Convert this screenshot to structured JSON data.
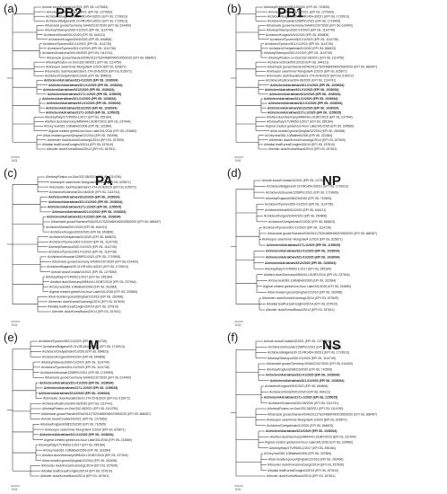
{
  "figure": {
    "panels": [
      {
        "letter": "(a)",
        "gene": "PB2",
        "scale_label": "0.01",
        "leaves": [
          "A/mute swan/Croatia/14/2021 (EPI ISL 1279262)",
          "A/mute swan/Croatia/14/2021 (EPI ISL 1279262)",
          "A/chicken/Bulgaria/39 21VIR1454-3/2021 (EPI ISL 1719913)",
          "A/chicken/Bulgaria/39 21VIR1454-3/2021 (EPI ISL 1719913)",
          "A/barnacle goose/Germany-SH/AI02167/2020 (EPI ISL 614400)",
          "A/turkey/Stavropol/320-01/2020 (EPI ISL 1114749)",
          "A/chicken/Omsk/0001/2020 (EPI ISL 644121)",
          "A/chicken/Kurgan/1004/2020 (EPI ISL 654806)",
          "A/chicken/Tyumen/302-01/2020 (EPI ISL 1114735)",
          "A/chicken/Tyumen/301-01/2020 (EPI ISL 1114736)",
          "A/chicken/Kostroma/304-06/2020 (EPI ISL 1114741)",
          "A/barnacle goose/Sweden/SVA201117SZ0468/KN000355/2020 (EPI ISL 668457)",
          "A/turkey/Rostov-on-Don/332-08/2021 (EPI ISL 1114750)",
          "A/whooper swan/Inner Mongolia/4-1/2020 (EPI ISL 625871)",
          "A/domestic duck/Kazakhstan/1-274-20-B/2020 (EPI ISL 615072)",
          "A/chicken/Chelyabinsk/01/2020 (EPI ISL 654823)",
          "A/chicken/Astrakhan/321-01/2020 (EPI ISL 1038034)",
          "A/chicken/Astrakhan/321-01/2020 (EPI ISL 1038034)",
          "A/chicken/Astrakhan/3212/2020 (EPI ISL 1038024)",
          "A/chicken/Astrakhan/2171-1/2020 (EPI ISL 1155025)",
          "A/chicken/Astrakhan/321-01/2020 (EPI ISL 1038034)",
          "A/chicken/Astrakhan/321-01/2020 (EPI ISL 1038034)",
          "A/chicken/Astrakhan/3212/2020 (EPI ISL 1038024)",
          "A/chicken/Astrakhan/2171-1/2020 (EPI ISL 1155025)",
          "A/turkey/Italy/17VIR653-1/2017 (EPI ISL 255184)",
          "A/tufted duck/Germany/AR8444-L01987/2016 (EPI ISL 237944)",
          "A/Grey teal/361-10/Batbeti/2006 (EPI ISL 322384)",
          "A/great crested grebe/Uvs-Nuur Lake/341/2016 (EPI ISL 224580)",
          "A/bar-headed goose/Qinghai/12/2016 (EPI ISL 262496)",
          "A/breeder duck/Korea/Gochang1/2014 (EPI ISL 157609)",
          "A/baikal teal/Korea/Donglim3/2014 (EPI ISL 157610)",
          "A/broiler duck/Korea/Buan2/2014 (EPI ISL 157611)"
        ]
      },
      {
        "letter": "(b)",
        "gene": "PB1",
        "scale_label": "0.01",
        "leaves": [
          "A/turkey/England/038115/2020 (EPI ISL 710505)",
          "A/mute swan/Croatia/14/2021 (EPI ISL 1279262)",
          "A/chicken/Bulgaria/39 21VIR1454-3/2021 (EPI ISL 1719913)",
          "A/chicken/Lithuania/1258P01/2021 (EPI ISL 1719905)",
          "A/barnacle goose/Germany-SH/AI02167/2020 (EPI ISL 614400)",
          "A/turkey/Stavropol/320-01/2020 (EPI ISL 1114749)",
          "A/chicken/Kurgan/1004/2020 (EPI ISL 654806)",
          "A/chicken/Tyumen/302-01/2020 (EPI ISL 1114735)",
          "A/chicken/Tyumen/301-01/2020 (EPI ISL 1114736)",
          "A/chicken/Chelyabinsk/01/2020 (EPI ISL 654823)",
          "A/turkey/Stavropol/320-01/2020 (EPI ISL 1114749)",
          "A/turkey/Rostov-on-Don/332-08/2021 (EPI ISL 1114750)",
          "A/chicken/Omsk/0001/2020 (EPI ISL 644121)",
          "A/barnacle goose/Sweden/SVA201117SZ0468/KN000355/2020 (EPI ISL 668457)",
          "A/whooper swan/Inner Mongolia/4-1/2020 (EPI ISL 625871)",
          "A/domestic duck/Kazakhstan/1-274-20-B/2020 (EPI ISL 615072)",
          "A/chicken/Kostroma/304-06/2020 (EPI ISL 1114741)",
          "A/chicken/Astrakhan/321-01/2020 (EPI ISL 1038034)",
          "A/chicken/Astrakhan/321-01/2020 (EPI ISL 1038034)",
          "A/chicken/Astrakhan/3212/2020 (EPI ISL 1038024)",
          "A/chicken/Astrakhan/321-01/2020 (EPI ISL 1038034)",
          "A/chicken/Astrakhan/321-01/2020 (EPI ISL 1038034)",
          "A/chicken/Astrakhan/3212/2020 (EPI ISL 1038024)",
          "A/chicken/Astrakhan/2171-1/2020 (EPI ISL 1155025)",
          "A/tufted duck/Germany/AR8444-L01987/2016 (EPI ISL 237944)",
          "A/turkey/Italy/17VIR653-1/2017 (EPI ISL 255184)",
          "A/great crested grebe/Uvs-Nuur Lake/341/2016 (EPI ISL 224580)",
          "A/bar-headed goose/Qinghai/12/2016 (EPI ISL 262496)",
          "A/Grey teal/361-10/Batbeti/2006 (EPI ISL 322384)",
          "A/breeder duck/Korea/Gochang1/2014 (EPI ISL 157609)",
          "A/baikal teal/Korea/Donglim3/2014 (EPI ISL 157610)",
          "A/broiler duck/Korea/Buan2/2014 (EPI ISL 157611)"
        ]
      },
      {
        "letter": "(c)",
        "gene": "PA",
        "scale_label": "0.01",
        "leaves": [
          "A/turkey/Rostov-on-Don/332-08/2021 (EPI ISL 1114750)",
          "A/whooper swan/Inner Mongolia/4-1/2020 (EPI ISL 625871)",
          "A/domestic duck/Kazakhstan/1-274-20-B/2020 (EPI ISL 615072)",
          "A/chicken/Kostroma/304-06/2020 (EPI ISL 1114741)",
          "A/chicken/Astrakhan/3212/2020 (EPI ISL 1038024)",
          "A/chicken/Astrakhan/321-01/2020 (EPI ISL 1038034)",
          "A/chicken/Astrakhan/2171-1/2020 (EPI ISL 1155025)",
          "A/chicken/Astrakhan/321-01/2020 (EPI ISL 1038034)",
          "A/chicken/Astrakhan/321-01/2020 (EPI ISL 1038034)",
          "A/barnacle goose/Sweden/SVA201117SZ0468/KN000355/2020 (EPI ISL 668457)",
          "A/chicken/Omsk/0001/2020 (EPI ISL 644121)",
          "A/chicken/Kurgan/1004/2020 (EPI ISL 654806)",
          "A/chicken/Chelyabinsk/01/2020 (EPI ISL 654823)",
          "A/chicken/Tyumen/302-01/2020 (EPI ISL 1114735)",
          "A/turkey/Stavropol/320-01/2020 (EPI ISL 1114749)",
          "A/chicken/Tyumen/301-01/2020 (EPI ISL 1114736)",
          "A/chicken/Lithuania/1258P01/2021 (EPI ISL 1719905)",
          "A/barnacle goose/Germany-SH/AI02167/2020 (EPI ISL 614400)",
          "A/chicken/Bulgaria/39 21VIR1454-3/2021 (EPI ISL 1719913)",
          "A/mute swan/Croatia/14/2021 (EPI ISL 1279262)",
          "A/turkey/Italy/17VIR653-1/2017 (EPI ISL 255184)",
          "A/tufted duck/Germany/AR8444-L01987/2016 (EPI ISL 237944)",
          "A/Grey teal/361-10/Batbeti/2006 (EPI ISL 322384)",
          "A/great crested grebe/Uvs-Nuur Lake/341/2016 (EPI ISL 224580)",
          "A/bar-headed goose/Qinghai/12/2016 (EPI ISL 262496)",
          "A/breeder duck/Korea/Gochang1/2014 (EPI ISL 157609)",
          "A/baikal teal/Korea/Donglim3/2014 (EPI ISL 157610)",
          "A/broiler duck/Korea/Buan2/2014 (EPI ISL 157611)"
        ]
      },
      {
        "letter": "(d)",
        "gene": "NP",
        "scale_label": "0.01",
        "leaves": [
          "A/mute swan/Croatia/14/2021 (EPI ISL 1279262)",
          "A/chicken/Bulgaria/39 21VIR1454-3/2021 (EPI ISL 1719913)",
          "A/chicken/Lithuania/1258P01/2021 (EPI ISL 1719905)",
          "A/turkey/England/038115/2020 (EPI ISL 710505)",
          "A/chicken/Tyumen/302-01/2020 (EPI ISL 1114735)",
          "A/chicken/Omsk/0001/2020 (EPI ISL 644121)",
          "A/chicken/Kurgan/1004/2020 (EPI ISL 654806)",
          "A/chicken/Chelyabinsk/01/2020 (EPI ISL 654823)",
          "A/chicken/Tyumen/301-01/2020 (EPI ISL 1114736)",
          "A/barnacle goose/Sweden/SVA201117SZ0468/KN000355/2020 (EPI ISL 668457)",
          "A/whooper swan/Inner Mongolia/4-1/2020 (EPI ISL 625871)",
          "A/chicken/Astrakhan/2171-1/2020 (EPI ISL 1155025)",
          "A/chicken/Astrakhan/321-01/2020 (EPI ISL 1038034)",
          "A/chicken/Astrakhan/321-01/2020 (EPI ISL 1038034)",
          "A/chicken/Astrakhan/3212/2020 (EPI ISL 1038024)",
          "A/turkey/Italy/17VIR653-1/2017 (EPI ISL 255184)",
          "A/tufted duck/Germany/AR8444-L01987/2016 (EPI ISL 237944)",
          "A/Grey teal/361-10/Batbeti/2006 (EPI ISL 322384)",
          "A/great crested grebe/Uvs-Nuur Lake/341/2016 (EPI ISL 224580)",
          "A/bar-headed goose/Qinghai/12/2016 (EPI ISL 262496)",
          "A/breeder duck/Korea/Gochang1/2014 (EPI ISL 157609)",
          "A/baikal teal/Korea/Donglim3/2014 (EPI ISL 157610)",
          "A/broiler duck/Korea/Buan2/2014 (EPI ISL 157611)"
        ]
      },
      {
        "letter": "(e)",
        "gene": "M",
        "scale_label": "0.01",
        "leaves": [
          "A/chicken/Tyumen/302-01/2020 (EPI ISL 1114735)",
          "A/chicken/Bulgaria/39 21VIR1454-3/2021 (EPI ISL 1719913)",
          "A/chicken/Chelyabinsk/01/2020 (EPI ISL 654823)",
          "A/chicken/Kurgan/1004/2020 (EPI ISL 654806)",
          "A/turkey/Stavropol/320-01/2020 (EPI ISL 1114749)",
          "A/chicken/Tyumen/301-01/2020 (EPI ISL 1114736)",
          "A/chicken/Lithuania/1258P01/2021 (EPI ISL 1719905)",
          "A/barnacle goose/Germany-SH/AI02167/2020 (EPI ISL 614400)",
          "A/chicken/Astrakhan/321-01/2020 (EPI ISL 1038034)",
          "A/chicken/Astrakhan/2171-1/2020 (EPI ISL 1155025)",
          "A/chicken/Astrakhan/3212/2020 (EPI ISL 1038024)",
          "A/domestic duck/Kazakhstan/1-274-20-B/2020 (EPI ISL 615072)",
          "A/chicken/Kostroma/304-06/2020 (EPI ISL 1114741)",
          "A/turkey/Rostov-on-Don/332-08/2021 (EPI ISL 1114750)",
          "A/barnacle goose/Sweden/SVA201117SZ0468/KN000355/2020 (EPI ISL 668457)",
          "A/mute swan/Croatia/14/2021 (EPI ISL 1279262)",
          "A/turkey/England/038115/2020 (EPI ISL 710505)",
          "A/whooper swan/Inner Mongolia/4-1/2020 (EPI ISL 625871)",
          "A/chicken/Astrakhan/321-01/2020 (EPI ISL 1038034)",
          "A/great crested grebe/Uvs-Nuur Lake/341/2016 (EPI ISL 224580)",
          "A/turkey/Italy/17VIR653-1/2017 (EPI ISL 255184)",
          "A/Grey teal/361-10/Batbeti/2006 (EPI ISL 322384)",
          "A/tufted duck/Germany/AR8444-L01987/2016 (EPI ISL 237944)",
          "A/bar-headed goose/Qinghai/12/2016 (EPI ISL 262496)",
          "A/breeder duck/Korea/Gochang1/2014 (EPI ISL 157609)",
          "A/baikal teal/Korea/Donglim3/2014 (EPI ISL 157610)",
          "A/broiler duck/Korea/Buan2/2014 (EPI ISL 157611)"
        ]
      },
      {
        "letter": "(f)",
        "gene": "NS",
        "scale_label": "0.01",
        "leaves": [
          "A/mute swan/Croatia/14/2021 (EPI ISL 1279262)",
          "A/chicken/Lithuania/1258P01/2021 (EPI ISL 1719905)",
          "A/chicken/Bulgaria/39 21VIR1454-3/2021 (EPI ISL 1719913)",
          "A/turkey/Stavropol/320-01/2020 (EPI ISL 1114749)",
          "A/barnacle goose/Germany-SH/AI02167/2020 (EPI ISL 614400)",
          "A/turkey/England/038115/2020 (EPI ISL 710505)",
          "A/chicken/Astrakhan/321-01/2020 (EPI ISL 1038034)",
          "A/chicken/Astrakhan/321-01/2020 (EPI ISL 1038034)",
          "A/chicken/Kurgan/1004/2020 (EPI ISL 654806)",
          "A/chicken/Omsk/0001/2020 (EPI ISL 644121)",
          "A/chicken/Astrakhan/2171-1/2020 (EPI ISL 1155025)",
          "A/chicken/Kostroma/304-06/2020 (EPI ISL 1114741)",
          "A/turkey/Rostov-on-Don/332-08/2021 (EPI ISL 1114750)",
          "A/barnacle goose/Sweden/SVA201117SZ0468/KN000355/2020 (EPI ISL 668457)",
          "A/whooper swan/Inner Mongolia/4-1/2020 (EPI ISL 625871)",
          "A/chicken/Chelyabinsk/01/2020 (EPI ISL 654823)",
          "A/chicken/Astrakhan/3212/2020 (EPI ISL 1038024)",
          "A/tufted duck/Germany/AR8444-L01987/2016 (EPI ISL 237944)",
          "A/great crested grebe/Uvs-Nuur Lake/341/2016 (EPI ISL 224580)",
          "A/turkey/Italy/17VIR653-1/2017 (EPI ISL 255184)",
          "A/Grey teal/361-10/Batbeti/2006 (EPI ISL 322384)",
          "A/bar-headed goose/Qinghai/12/2016 (EPI ISL 262496)",
          "A/breeder duck/Korea/Gochang1/2014 (EPI ISL 157609)",
          "A/baikal teal/Korea/Donglim3/2014 (EPI ISL 157610)",
          "A/broiler duck/Korea/Buan2/2014 (EPI ISL 157611)"
        ]
      }
    ],
    "highlight_keyword": "Astrakhan"
  }
}
